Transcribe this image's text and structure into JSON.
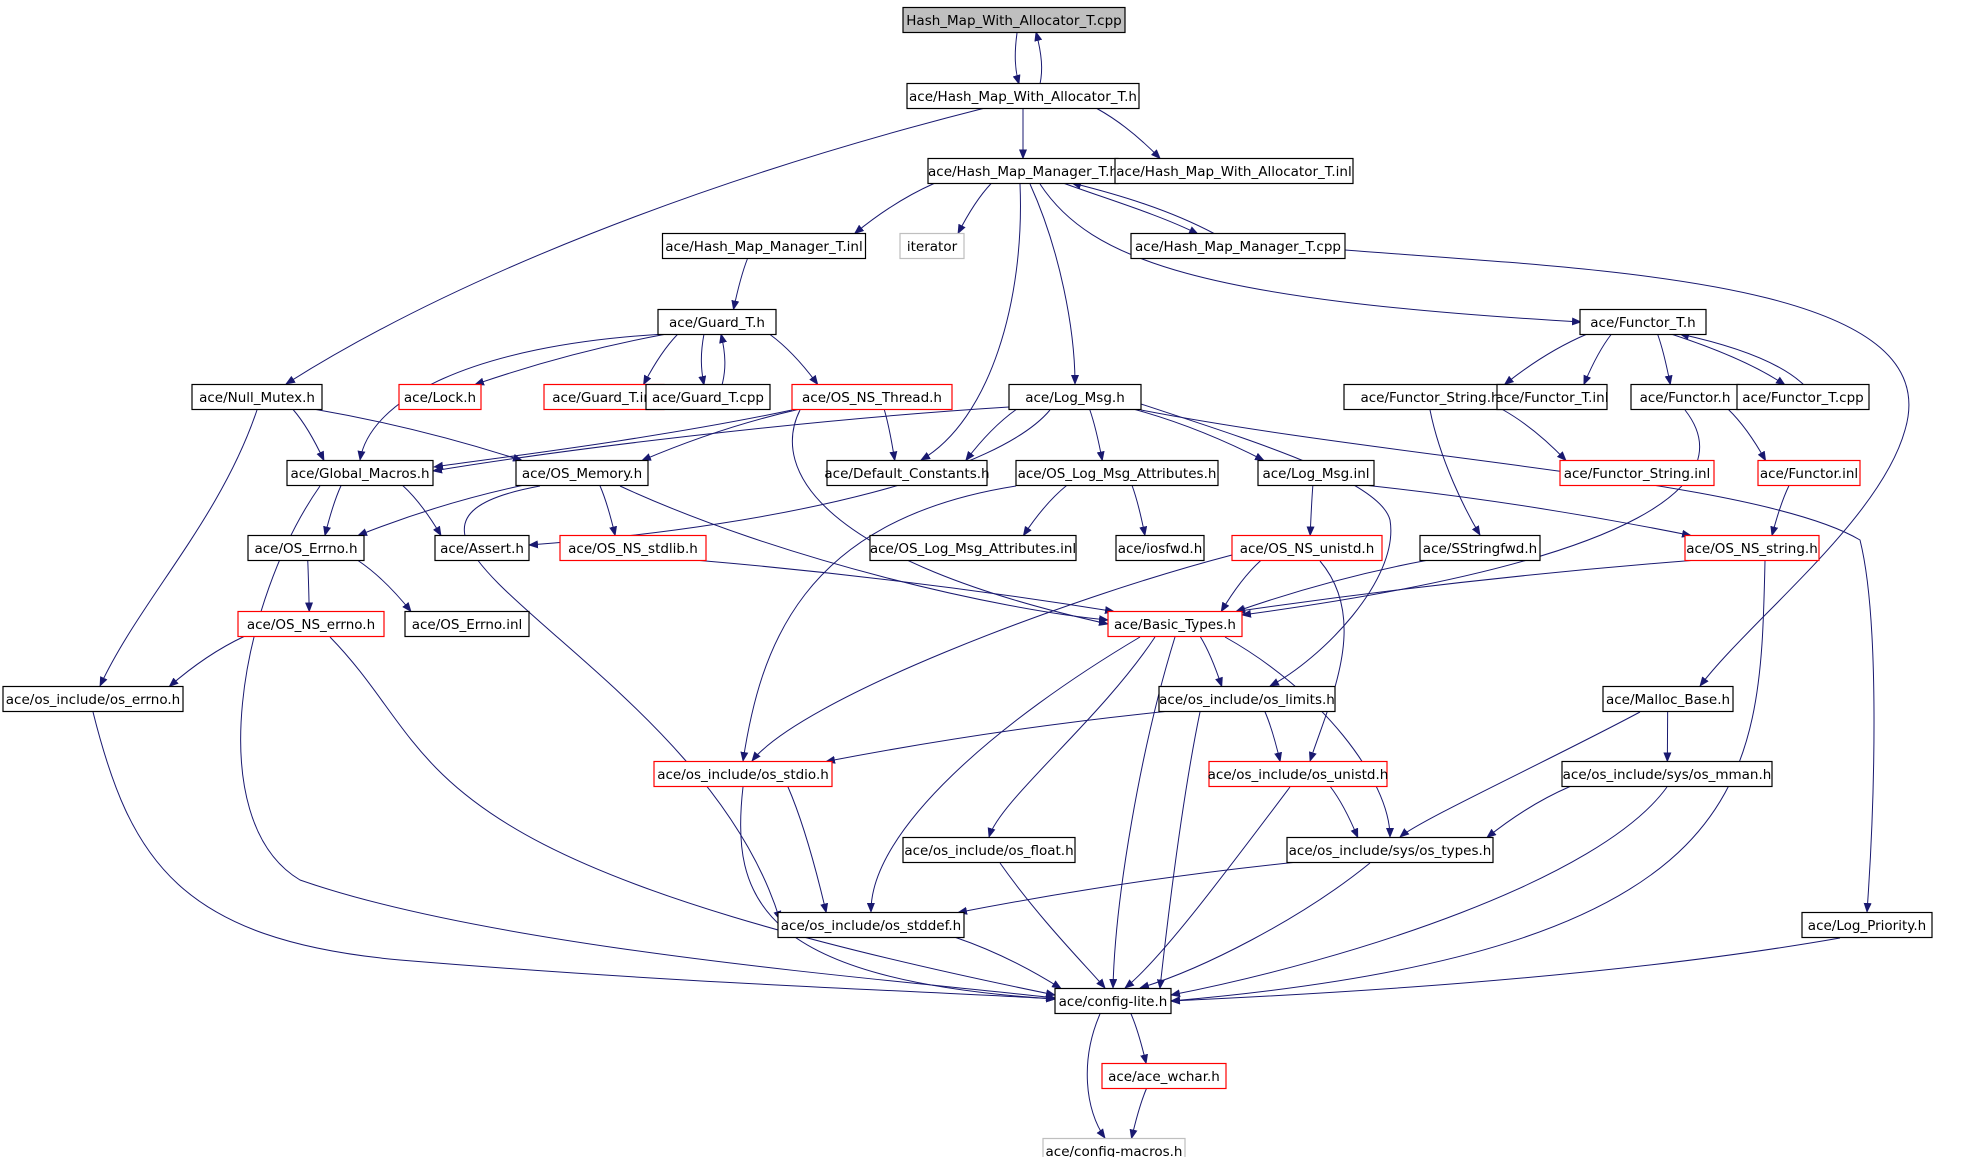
{
  "title": "Hash_Map_With_Allocator_T.cpp",
  "colors": {
    "edge": "#191970",
    "border_normal": "#000000",
    "border_truncated": "#ff0000",
    "border_external": "#bfbfbf",
    "root_fill": "#bfbfbf",
    "node_fill": "#ffffff"
  },
  "nodes": [
    {
      "id": "root",
      "label": "Hash_Map_With_Allocator_T.cpp",
      "kind": "root"
    },
    {
      "id": "hmwa_h",
      "label": "ace/Hash_Map_With_Allocator_T.h",
      "kind": "normal"
    },
    {
      "id": "hmm_h",
      "label": "ace/Hash_Map_Manager_T.h",
      "kind": "normal"
    },
    {
      "id": "hmwa_inl",
      "label": "ace/Hash_Map_With_Allocator_T.inl",
      "kind": "normal"
    },
    {
      "id": "hmm_inl",
      "label": "ace/Hash_Map_Manager_T.inl",
      "kind": "normal"
    },
    {
      "id": "iterator",
      "label": "iterator",
      "kind": "external"
    },
    {
      "id": "hmm_cpp",
      "label": "ace/Hash_Map_Manager_T.cpp",
      "kind": "normal"
    },
    {
      "id": "guard_h",
      "label": "ace/Guard_T.h",
      "kind": "normal"
    },
    {
      "id": "functor_t_h",
      "label": "ace/Functor_T.h",
      "kind": "normal"
    },
    {
      "id": "null_mutex",
      "label": "ace/Null_Mutex.h",
      "kind": "normal"
    },
    {
      "id": "lock_h",
      "label": "ace/Lock.h",
      "kind": "truncated"
    },
    {
      "id": "guard_inl",
      "label": "ace/Guard_T.inl",
      "kind": "truncated"
    },
    {
      "id": "guard_cpp",
      "label": "ace/Guard_T.cpp",
      "kind": "normal"
    },
    {
      "id": "os_ns_thread",
      "label": "ace/OS_NS_Thread.h",
      "kind": "truncated"
    },
    {
      "id": "log_msg_h",
      "label": "ace/Log_Msg.h",
      "kind": "normal"
    },
    {
      "id": "functor_string_h",
      "label": "ace/Functor_String.h",
      "kind": "normal"
    },
    {
      "id": "functor_t_inl",
      "label": "ace/Functor_T.inl",
      "kind": "normal"
    },
    {
      "id": "functor_h",
      "label": "ace/Functor.h",
      "kind": "normal"
    },
    {
      "id": "functor_t_cpp",
      "label": "ace/Functor_T.cpp",
      "kind": "normal"
    },
    {
      "id": "global_macros",
      "label": "ace/Global_Macros.h",
      "kind": "normal"
    },
    {
      "id": "os_memory",
      "label": "ace/OS_Memory.h",
      "kind": "normal"
    },
    {
      "id": "default_constants",
      "label": "ace/Default_Constants.h",
      "kind": "normal"
    },
    {
      "id": "os_log_msg_attr_h",
      "label": "ace/OS_Log_Msg_Attributes.h",
      "kind": "normal"
    },
    {
      "id": "log_msg_inl",
      "label": "ace/Log_Msg.inl",
      "kind": "normal"
    },
    {
      "id": "functor_string_inl",
      "label": "ace/Functor_String.inl",
      "kind": "truncated"
    },
    {
      "id": "functor_inl",
      "label": "ace/Functor.inl",
      "kind": "truncated"
    },
    {
      "id": "os_errno",
      "label": "ace/OS_Errno.h",
      "kind": "normal"
    },
    {
      "id": "assert_h",
      "label": "ace/Assert.h",
      "kind": "normal"
    },
    {
      "id": "os_ns_stdlib",
      "label": "ace/OS_NS_stdlib.h",
      "kind": "truncated"
    },
    {
      "id": "os_log_msg_attr_inl",
      "label": "ace/OS_Log_Msg_Attributes.inl",
      "kind": "normal"
    },
    {
      "id": "iosfwd",
      "label": "ace/iosfwd.h",
      "kind": "normal"
    },
    {
      "id": "os_ns_unistd",
      "label": "ace/OS_NS_unistd.h",
      "kind": "truncated"
    },
    {
      "id": "sstringfwd",
      "label": "ace/SStringfwd.h",
      "kind": "normal"
    },
    {
      "id": "os_ns_string",
      "label": "ace/OS_NS_string.h",
      "kind": "truncated"
    },
    {
      "id": "os_ns_errno",
      "label": "ace/OS_NS_errno.h",
      "kind": "truncated"
    },
    {
      "id": "os_errno_inl",
      "label": "ace/OS_Errno.inl",
      "kind": "normal"
    },
    {
      "id": "basic_types",
      "label": "ace/Basic_Types.h",
      "kind": "truncated"
    },
    {
      "id": "os_include_errno",
      "label": "ace/os_include/os_errno.h",
      "kind": "normal"
    },
    {
      "id": "os_limits",
      "label": "ace/os_include/os_limits.h",
      "kind": "normal"
    },
    {
      "id": "malloc_base",
      "label": "ace/Malloc_Base.h",
      "kind": "normal"
    },
    {
      "id": "os_stdio",
      "label": "ace/os_include/os_stdio.h",
      "kind": "truncated"
    },
    {
      "id": "os_unistd",
      "label": "ace/os_include/os_unistd.h",
      "kind": "truncated"
    },
    {
      "id": "os_mman",
      "label": "ace/os_include/sys/os_mman.h",
      "kind": "normal"
    },
    {
      "id": "os_float",
      "label": "ace/os_include/os_float.h",
      "kind": "normal"
    },
    {
      "id": "os_types",
      "label": "ace/os_include/sys/os_types.h",
      "kind": "normal"
    },
    {
      "id": "os_stddef",
      "label": "ace/os_include/os_stddef.h",
      "kind": "normal"
    },
    {
      "id": "log_priority",
      "label": "ace/Log_Priority.h",
      "kind": "normal"
    },
    {
      "id": "config_lite",
      "label": "ace/config-lite.h",
      "kind": "normal"
    },
    {
      "id": "ace_wchar",
      "label": "ace/ace_wchar.h",
      "kind": "truncated"
    },
    {
      "id": "config_macros",
      "label": "ace/config-macros.h",
      "kind": "external"
    }
  ],
  "edges": [
    [
      "root",
      "hmwa_h"
    ],
    [
      "hmwa_h",
      "root"
    ],
    [
      "hmwa_h",
      "hmm_h"
    ],
    [
      "hmwa_h",
      "hmwa_inl"
    ],
    [
      "hmwa_h",
      "null_mutex"
    ],
    [
      "hmm_h",
      "hmm_inl"
    ],
    [
      "hmm_h",
      "iterator"
    ],
    [
      "hmm_h",
      "hmm_cpp"
    ],
    [
      "hmm_cpp",
      "hmm_h"
    ],
    [
      "hmm_h",
      "functor_t_h"
    ],
    [
      "hmm_h",
      "log_msg_h"
    ],
    [
      "hmm_h",
      "default_constants"
    ],
    [
      "hmm_cpp",
      "malloc_base"
    ],
    [
      "hmm_inl",
      "guard_h"
    ],
    [
      "guard_h",
      "lock_h"
    ],
    [
      "guard_h",
      "guard_inl"
    ],
    [
      "guard_h",
      "guard_cpp"
    ],
    [
      "guard_cpp",
      "guard_h"
    ],
    [
      "guard_h",
      "os_ns_thread"
    ],
    [
      "guard_h",
      "global_macros"
    ],
    [
      "functor_t_h",
      "functor_string_h"
    ],
    [
      "functor_t_h",
      "functor_t_inl"
    ],
    [
      "functor_t_h",
      "functor_h"
    ],
    [
      "functor_t_h",
      "functor_t_cpp"
    ],
    [
      "functor_t_cpp",
      "functor_t_h"
    ],
    [
      "null_mutex",
      "global_macros"
    ],
    [
      "null_mutex",
      "os_memory"
    ],
    [
      "null_mutex",
      "os_include_errno"
    ],
    [
      "os_ns_thread",
      "global_macros"
    ],
    [
      "os_ns_thread",
      "os_memory"
    ],
    [
      "os_ns_thread",
      "default_constants"
    ],
    [
      "os_ns_thread",
      "basic_types"
    ],
    [
      "log_msg_h",
      "global_macros"
    ],
    [
      "log_msg_h",
      "default_constants"
    ],
    [
      "log_msg_h",
      "os_log_msg_attr_h"
    ],
    [
      "log_msg_h",
      "log_msg_inl"
    ],
    [
      "log_msg_h",
      "assert_h"
    ],
    [
      "log_msg_h",
      "log_priority"
    ],
    [
      "log_msg_h",
      "os_limits"
    ],
    [
      "functor_string_h",
      "functor_string_inl"
    ],
    [
      "functor_string_h",
      "sstringfwd"
    ],
    [
      "functor_h",
      "functor_inl"
    ],
    [
      "functor_h",
      "basic_types"
    ],
    [
      "functor_inl",
      "os_ns_string"
    ],
    [
      "global_macros",
      "os_errno"
    ],
    [
      "global_macros",
      "assert_h"
    ],
    [
      "global_macros",
      "config_lite"
    ],
    [
      "os_memory",
      "os_errno"
    ],
    [
      "os_memory",
      "os_ns_stdlib"
    ],
    [
      "os_memory",
      "basic_types"
    ],
    [
      "os_memory",
      "os_stddef"
    ],
    [
      "os_log_msg_attr_h",
      "os_log_msg_attr_inl"
    ],
    [
      "os_log_msg_attr_h",
      "iosfwd"
    ],
    [
      "os_log_msg_attr_h",
      "os_stdio"
    ],
    [
      "log_msg_inl",
      "os_ns_unistd"
    ],
    [
      "log_msg_inl",
      "os_ns_string"
    ],
    [
      "os_errno",
      "os_ns_errno"
    ],
    [
      "os_errno",
      "os_errno_inl"
    ],
    [
      "os_ns_stdlib",
      "basic_types"
    ],
    [
      "os_ns_unistd",
      "basic_types"
    ],
    [
      "os_ns_unistd",
      "os_stdio"
    ],
    [
      "os_ns_unistd",
      "os_unistd"
    ],
    [
      "sstringfwd",
      "basic_types"
    ],
    [
      "os_ns_string",
      "basic_types"
    ],
    [
      "os_ns_string",
      "config_lite"
    ],
    [
      "os_ns_errno",
      "os_include_errno"
    ],
    [
      "os_ns_errno",
      "config_lite"
    ],
    [
      "basic_types",
      "os_limits"
    ],
    [
      "basic_types",
      "os_float"
    ],
    [
      "basic_types",
      "os_types"
    ],
    [
      "basic_types",
      "os_stddef"
    ],
    [
      "basic_types",
      "config_lite"
    ],
    [
      "os_include_errno",
      "config_lite"
    ],
    [
      "os_limits",
      "os_stdio"
    ],
    [
      "os_limits",
      "os_unistd"
    ],
    [
      "os_limits",
      "config_lite"
    ],
    [
      "malloc_base",
      "os_mman"
    ],
    [
      "malloc_base",
      "os_types"
    ],
    [
      "os_stdio",
      "os_stddef"
    ],
    [
      "os_stdio",
      "config_lite"
    ],
    [
      "os_unistd",
      "os_types"
    ],
    [
      "os_unistd",
      "config_lite"
    ],
    [
      "os_mman",
      "os_types"
    ],
    [
      "os_mman",
      "config_lite"
    ],
    [
      "os_float",
      "config_lite"
    ],
    [
      "os_types",
      "os_stddef"
    ],
    [
      "os_types",
      "config_lite"
    ],
    [
      "os_stddef",
      "config_lite"
    ],
    [
      "log_priority",
      "config_lite"
    ],
    [
      "config_lite",
      "ace_wchar"
    ],
    [
      "config_lite",
      "config_macros"
    ],
    [
      "ace_wchar",
      "config_macros"
    ]
  ]
}
